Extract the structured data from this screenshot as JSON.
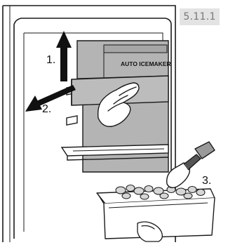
{
  "figure": {
    "number": "5.11.1",
    "module_label": "AUTO ICEMAKER",
    "steps": [
      "1.",
      "2.",
      "3."
    ]
  },
  "colors": {
    "line": "#1a1a1a",
    "module_fill": "#b4b4b4",
    "module_dark": "#9a9a9a",
    "label_bg": "#e3e3e3",
    "label_text": "#777777"
  },
  "icons": [
    "arrow-up-icon",
    "arrow-down-left-icon",
    "hand-icon",
    "scoop-icon"
  ]
}
